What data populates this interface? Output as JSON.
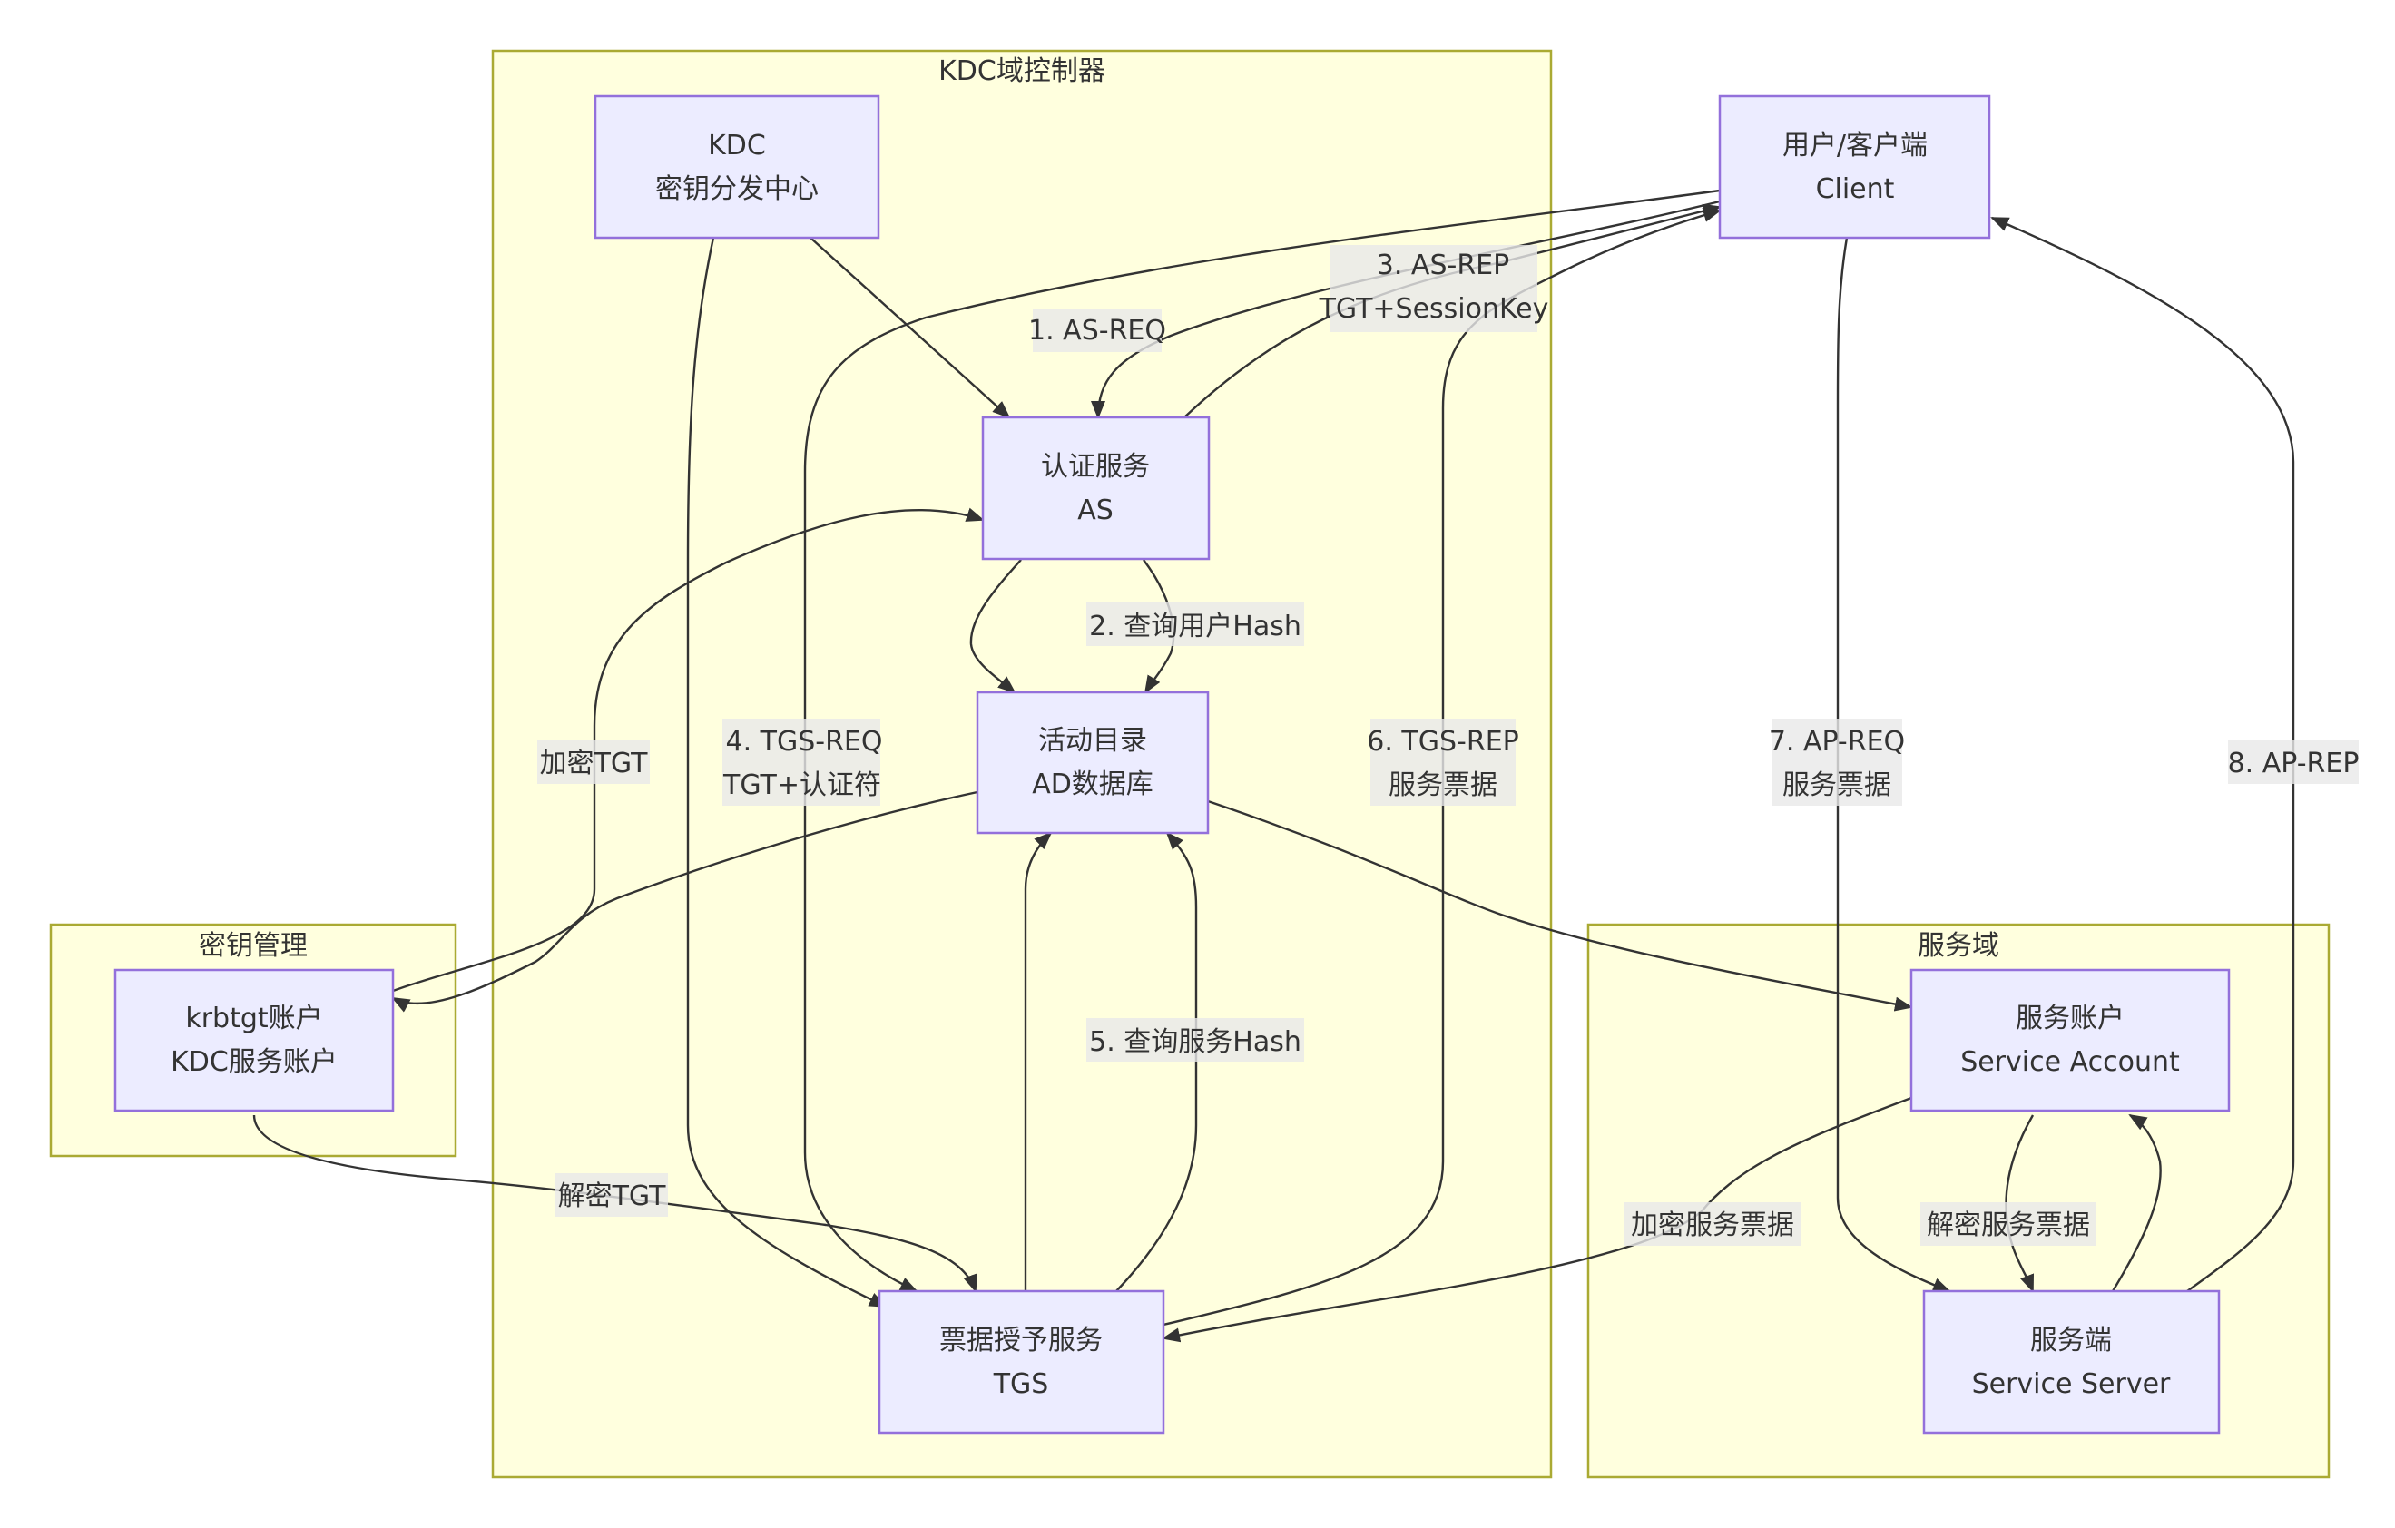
{
  "diagram": {
    "type": "flowchart",
    "title": "Kerberos authentication flow",
    "colors": {
      "cluster_fill": "#ffffde",
      "cluster_stroke": "#aaaa33",
      "node_fill": "#ececff",
      "node_stroke": "#9370db",
      "edge": "#333333",
      "label_bg": "#e8e8e8",
      "text": "#333333"
    },
    "clusters": [
      {
        "id": "kdc_domain",
        "label": "KDC域控制器"
      },
      {
        "id": "key_mgmt",
        "label": "密钥管理"
      },
      {
        "id": "service_domain",
        "label": "服务域"
      }
    ],
    "nodes": [
      {
        "id": "kdc",
        "lines": [
          "KDC",
          "密钥分发中心"
        ],
        "cluster": "kdc_domain"
      },
      {
        "id": "client",
        "lines": [
          "用户/客户端",
          "Client"
        ],
        "cluster": null
      },
      {
        "id": "as",
        "lines": [
          "认证服务",
          "AS"
        ],
        "cluster": "kdc_domain"
      },
      {
        "id": "ad",
        "lines": [
          "活动目录",
          "AD数据库"
        ],
        "cluster": "kdc_domain"
      },
      {
        "id": "tgs",
        "lines": [
          "票据授予服务",
          "TGS"
        ],
        "cluster": "kdc_domain"
      },
      {
        "id": "krbtgt",
        "lines": [
          "krbtgt账户",
          "KDC服务账户"
        ],
        "cluster": "key_mgmt"
      },
      {
        "id": "svc_account",
        "lines": [
          "服务账户",
          "Service Account"
        ],
        "cluster": "service_domain"
      },
      {
        "id": "svc_server",
        "lines": [
          "服务端",
          "Service Server"
        ],
        "cluster": "service_domain"
      }
    ],
    "edges": [
      {
        "id": "kdc-as",
        "from": "kdc",
        "to": "as",
        "label": []
      },
      {
        "id": "kdc-tgs",
        "from": "kdc",
        "to": "tgs",
        "label": []
      },
      {
        "id": "client-as",
        "from": "client",
        "to": "as",
        "label": [
          "1. AS-REQ"
        ]
      },
      {
        "id": "as-ad",
        "from": "as",
        "to": "ad",
        "label": [
          "2. 查询用户Hash"
        ]
      },
      {
        "id": "as-ad-2",
        "from": "as",
        "to": "ad",
        "label": []
      },
      {
        "id": "as-client",
        "from": "as",
        "to": "client",
        "label": [
          "3. AS-REP",
          "TGT+SessionKey"
        ]
      },
      {
        "id": "client-tgs",
        "from": "client",
        "to": "tgs",
        "label": [
          "4. TGS-REQ",
          "TGT+认证符"
        ]
      },
      {
        "id": "tgs-ad",
        "from": "tgs",
        "to": "ad",
        "label": [
          "5. 查询服务Hash"
        ]
      },
      {
        "id": "tgs-ad-2",
        "from": "tgs",
        "to": "ad",
        "label": []
      },
      {
        "id": "tgs-client",
        "from": "tgs",
        "to": "client",
        "label": [
          "6. TGS-REP",
          "服务票据"
        ]
      },
      {
        "id": "client-server",
        "from": "client",
        "to": "svc_server",
        "label": [
          "7. AP-REQ",
          "服务票据"
        ]
      },
      {
        "id": "server-client",
        "from": "svc_server",
        "to": "client",
        "label": [
          "8. AP-REP"
        ]
      },
      {
        "id": "krbtgt-as",
        "from": "krbtgt",
        "to": "as",
        "label": [
          "加密TGT"
        ]
      },
      {
        "id": "ad-krbtgt",
        "from": "ad",
        "to": "krbtgt",
        "label": []
      },
      {
        "id": "krbtgt-tgs",
        "from": "krbtgt",
        "to": "tgs",
        "label": [
          "解密TGT"
        ]
      },
      {
        "id": "ad-svcacct",
        "from": "ad",
        "to": "svc_account",
        "label": []
      },
      {
        "id": "svcacct-tgs",
        "from": "svc_account",
        "to": "tgs",
        "label": [
          "加密服务票据"
        ]
      },
      {
        "id": "svcacct-server",
        "from": "svc_account",
        "to": "svc_server",
        "label": [
          "解密服务票据"
        ]
      },
      {
        "id": "server-svcacct",
        "from": "svc_server",
        "to": "svc_account",
        "label": []
      }
    ]
  }
}
